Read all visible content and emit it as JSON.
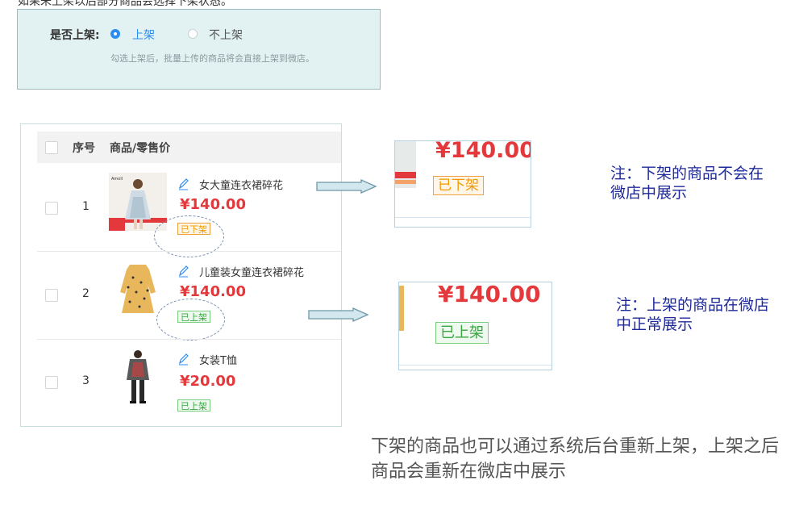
{
  "top_cut_text": "如果未上架以后部分商品会选择下架状态。",
  "shelf_setting": {
    "label": "是否上架:",
    "option_on": "上架",
    "option_off": "不上架",
    "hint": "勾选上架后，批量上传的商品将会直接上架到微店。"
  },
  "table": {
    "headers": {
      "seq": "序号",
      "product": "商品/零售价"
    },
    "rows": [
      {
        "seq": "1",
        "name": "女大童连衣裙碎花",
        "price": "¥140.00",
        "status": "已下架",
        "status_color": "#f39800"
      },
      {
        "seq": "2",
        "name": "儿童装女童连衣裙碎花",
        "price": "¥140.00",
        "status": "已上架",
        "status_color": "#3aa642"
      },
      {
        "seq": "3",
        "name": "女装T恤",
        "price": "¥20.00",
        "status": "已上架",
        "status_color": "#3aa642"
      }
    ]
  },
  "zoom_off": {
    "price": "¥140.00",
    "status": "已下架"
  },
  "zoom_on": {
    "price": "¥140.00",
    "status": "已上架"
  },
  "notes": {
    "off": "注：下架的商品不会在微店中展示",
    "on": "注：上架的商品在微店中正常展示",
    "bottom": "下架的商品也可以通过系统后台重新上架，上架之后商品会重新在微店中展示"
  },
  "colors": {
    "accent": "#2d8cf0",
    "price": "#e4393c",
    "note": "#1f2a9a"
  }
}
